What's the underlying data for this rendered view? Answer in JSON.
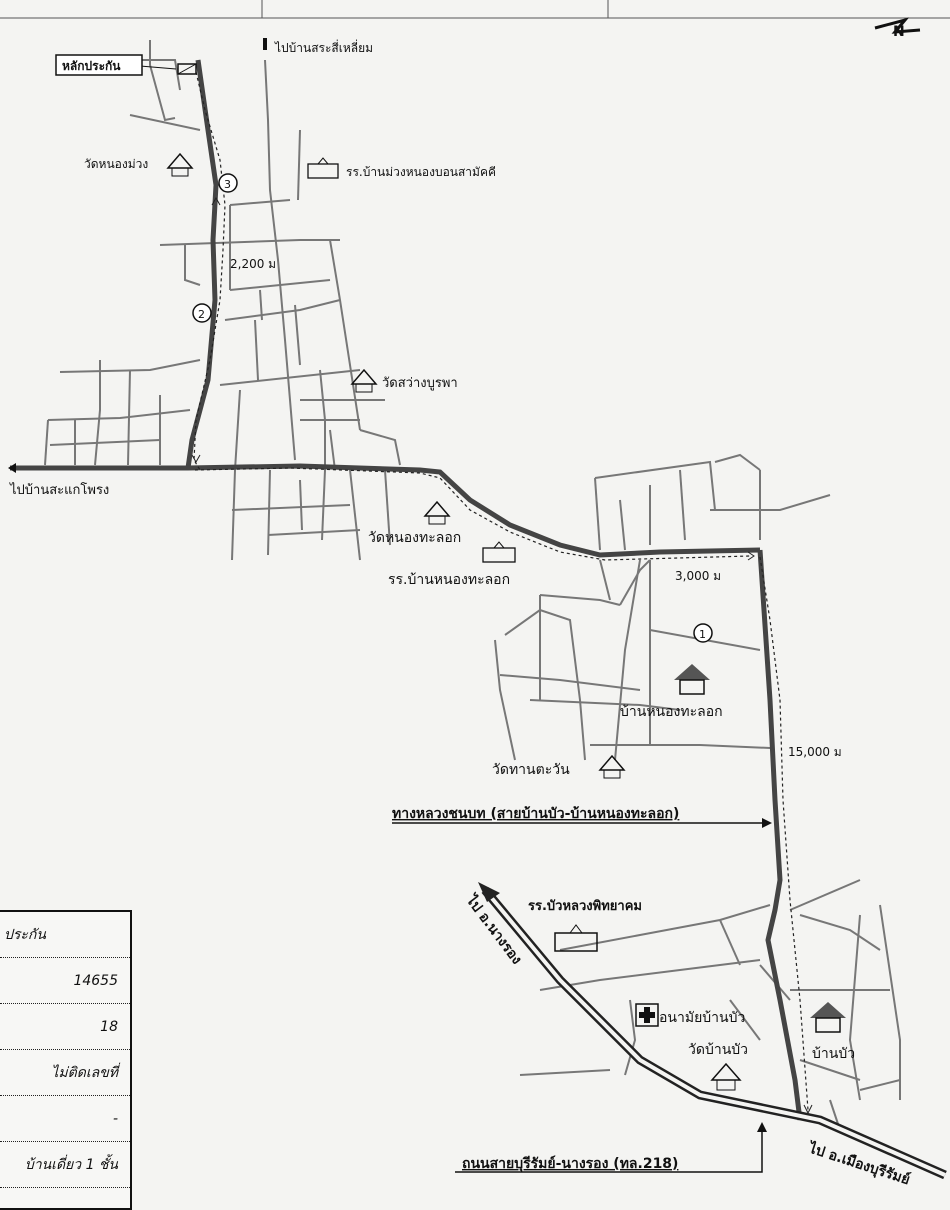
{
  "map": {
    "north_label": "N",
    "road_labels": {
      "to_ban_sa_si_liam": "ไปบ้านสระสี่เหลี่ยม",
      "to_ban_sa_nak_phrong": "ไปบ้านสะแกโพรง",
      "to_nang_rong": "ไป อ.นางรอง",
      "to_mueang_buriram": "ไป อ.เมืองบุรีรัมย์",
      "rural_road": "ทางหลวงชนบท (สายบ้านบัว-บ้านหนองทะลอก)",
      "highway": "ถนนสายบุรีรัมย์-นางรอง (ทล.218)"
    },
    "places": {
      "boundary_marker": "หลักประกัน",
      "wat_nong_muang": "วัดหนองม่วง",
      "school_nong_muang": "รร.บ้านม่วงหนองบอนสามัคคี",
      "wat_sawang": "วัดสว่างบูรพา",
      "wat_nong_tha_lok": "วัดหนองทะลอก",
      "school_nong_tha_lok": "รร.บ้านหนองทะลอก",
      "ban_nong_tha_lok": "บ้านหนองทะลอก",
      "wat_than_tawan": "วัดทานตะวัน",
      "school_bua_luang": "รร.บัวหลวงพิทยาคม",
      "health_center": "อนามัยบ้านบัว",
      "wat_ban_bua": "วัดบ้านบัว",
      "ban_bua": "บ้านบัว"
    },
    "distances": {
      "d1": "2,200 ม",
      "d2": "3,000 ม",
      "d3": "15,000 ม"
    },
    "markers": [
      "1",
      "2",
      "3"
    ]
  },
  "info_table": {
    "title": "ประกัน",
    "rows": [
      "14655",
      "18",
      "ไม่ติดเลขที่",
      "-",
      "บ้านเดี่ยว 1 ชั้น"
    ]
  }
}
